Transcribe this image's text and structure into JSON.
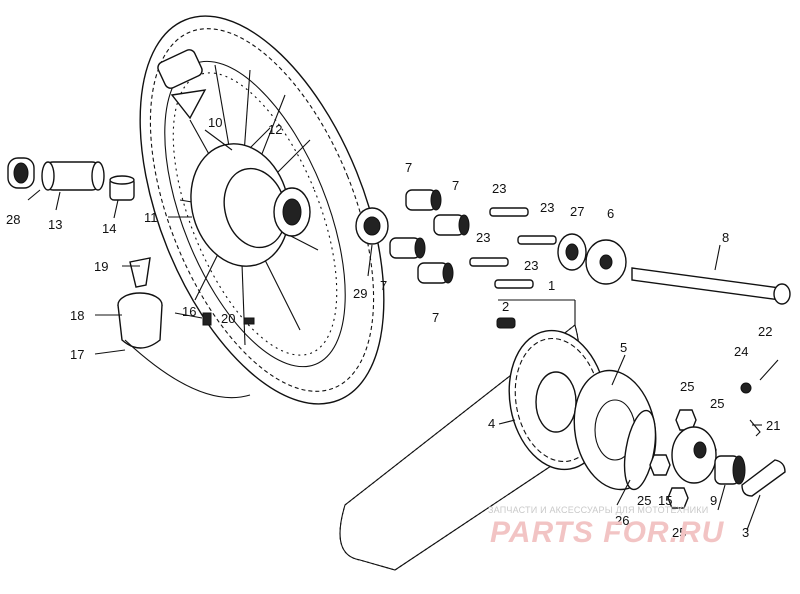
{
  "callouts": {
    "c1": "1",
    "c2": "2",
    "c3": "3",
    "c4": "4",
    "c5": "5",
    "c6": "6",
    "c7a": "7",
    "c7b": "7",
    "c7c": "7",
    "c7d": "7",
    "c8": "8",
    "c9": "9",
    "c10": "10",
    "c11": "11",
    "c12": "12",
    "c13": "13",
    "c14": "14",
    "c15": "15",
    "c16": "16",
    "c17": "17",
    "c18": "18",
    "c19": "19",
    "c20": "20",
    "c21": "21",
    "c22": "22",
    "c23a": "23",
    "c23b": "23",
    "c23c": "23",
    "c23d": "23",
    "c24": "24",
    "c25a": "25",
    "c25b": "25",
    "c25c": "25",
    "c25d": "25",
    "c26": "26",
    "c27": "27",
    "c28": "28",
    "c29": "29"
  },
  "watermark": {
    "tagline": "ЗАПЧАСТИ И АКСЕССУАРЫ ДЛЯ МОТОТЕХНИКИ",
    "brand": "PARTS FOR.RU"
  }
}
